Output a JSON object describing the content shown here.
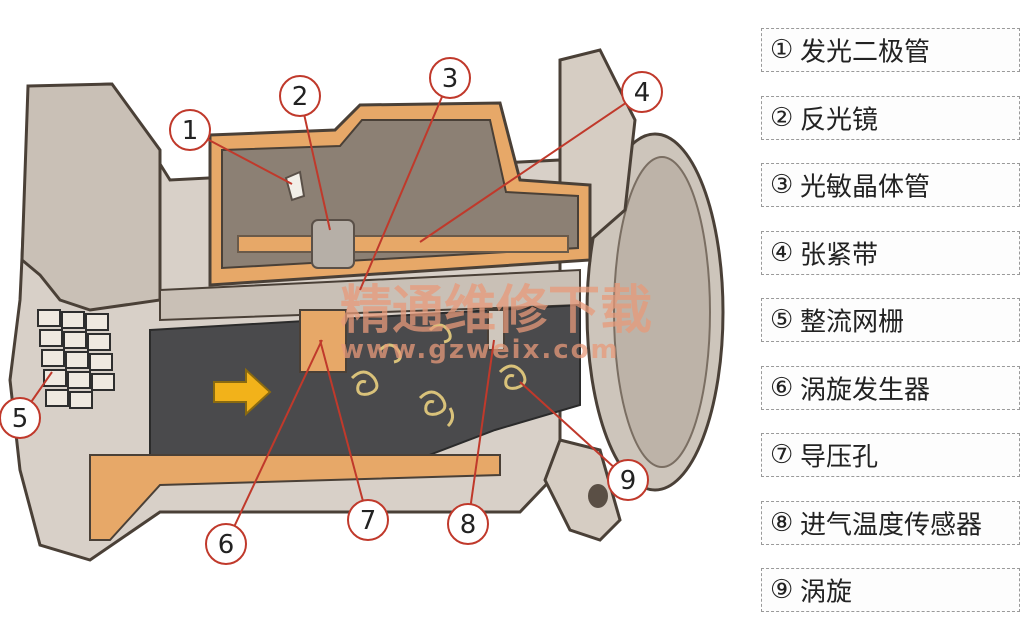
{
  "callouts": [
    {
      "number": "1"
    },
    {
      "number": "2"
    },
    {
      "number": "3"
    },
    {
      "number": "4"
    },
    {
      "number": "5"
    },
    {
      "number": "6"
    },
    {
      "number": "7"
    },
    {
      "number": "8"
    },
    {
      "number": "9"
    }
  ],
  "legend": [
    {
      "number": "①",
      "label": "发光二极管"
    },
    {
      "number": "②",
      "label": "反光镜"
    },
    {
      "number": "③",
      "label": "光敏晶体管"
    },
    {
      "number": "④",
      "label": "张紧带"
    },
    {
      "number": "⑤",
      "label": "整流网栅"
    },
    {
      "number": "⑥",
      "label": "涡旋发生器"
    },
    {
      "number": "⑦",
      "label": "导压孔"
    },
    {
      "number": "⑧",
      "label": "进气温度传感器"
    },
    {
      "number": "⑨",
      "label": "涡旋"
    }
  ],
  "watermark": {
    "title": "精通维修下载",
    "url": "www.gzweix.com"
  },
  "colors": {
    "housing": "#d8d0c8",
    "shadow": "#8c8074",
    "orange": "#e7a868",
    "channel": "#4a4a4c",
    "arrow": "#f2b21a"
  }
}
